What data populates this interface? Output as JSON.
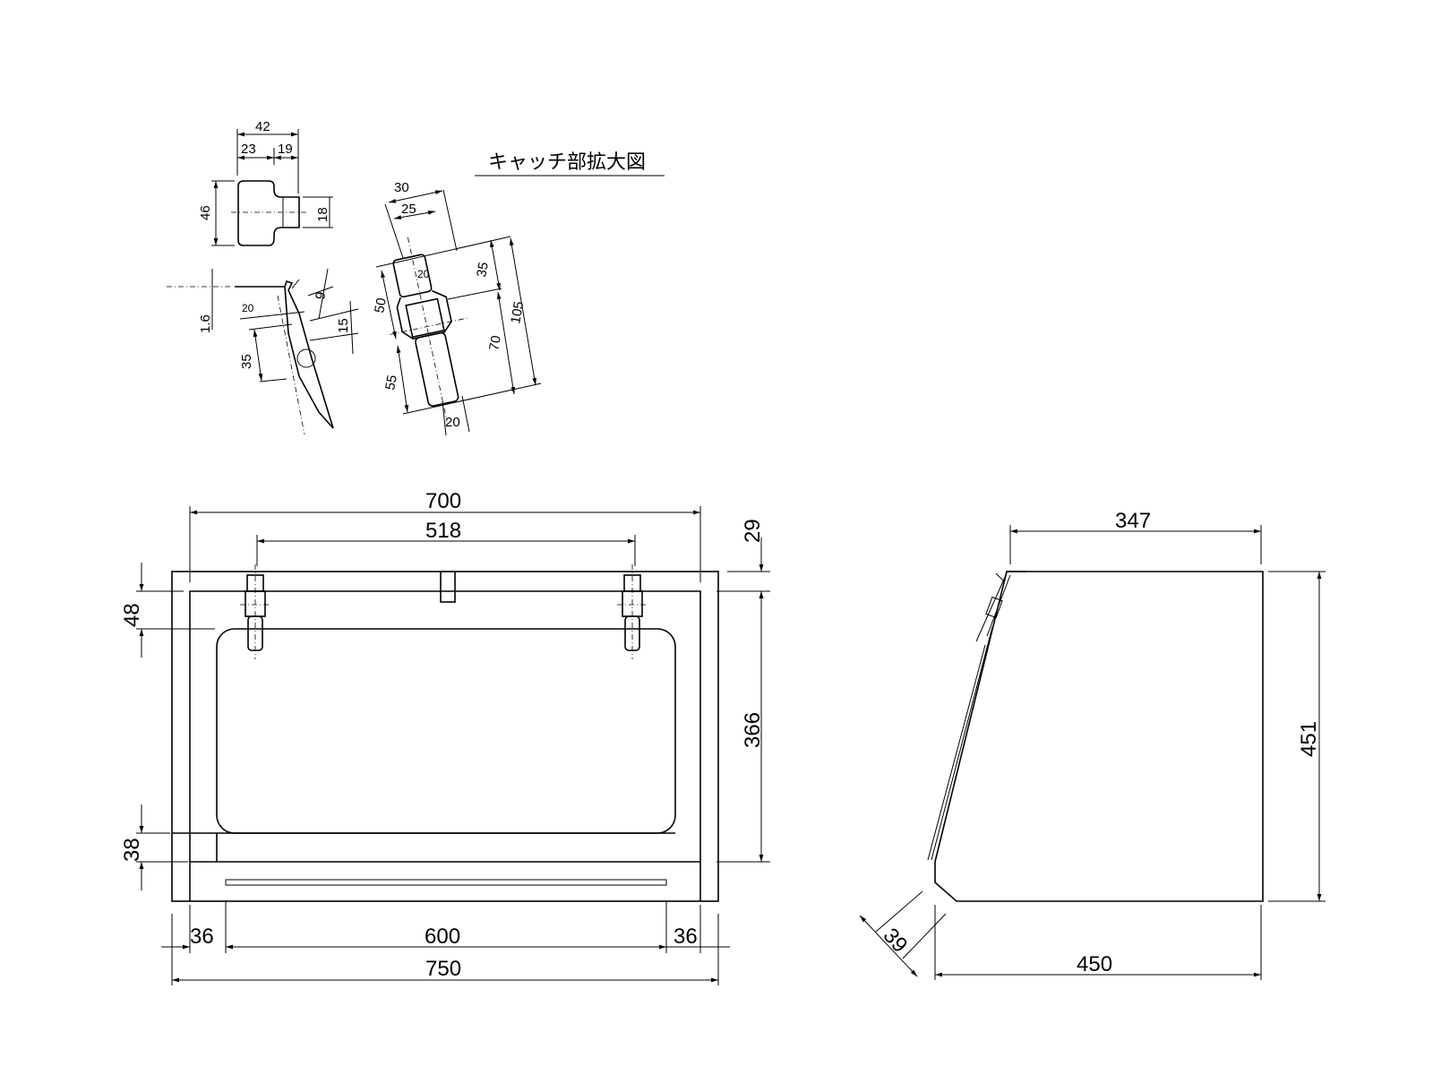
{
  "detail": {
    "title": "キャッチ部拡大図",
    "plate": {
      "w42": "42",
      "w23": "23",
      "w19": "19",
      "h46": "46",
      "h18": "18"
    },
    "side": {
      "t16": "1.6",
      "w20": "20",
      "a9": "9",
      "h15": "15",
      "h35": "35"
    },
    "front": {
      "w30": "30",
      "w25": "25",
      "w20a": "20",
      "h35": "35",
      "h50": "50",
      "h105": "105",
      "h70": "70",
      "h55": "55",
      "w20b": "20"
    }
  },
  "front_view": {
    "w700": "700",
    "w518": "518",
    "h29": "29",
    "h48": "48",
    "h366": "366",
    "h38": "38",
    "w36l": "36",
    "w600": "600",
    "w36r": "36",
    "w750": "750"
  },
  "side_view": {
    "w347": "347",
    "h451": "451",
    "c39": "39",
    "w450": "450"
  }
}
